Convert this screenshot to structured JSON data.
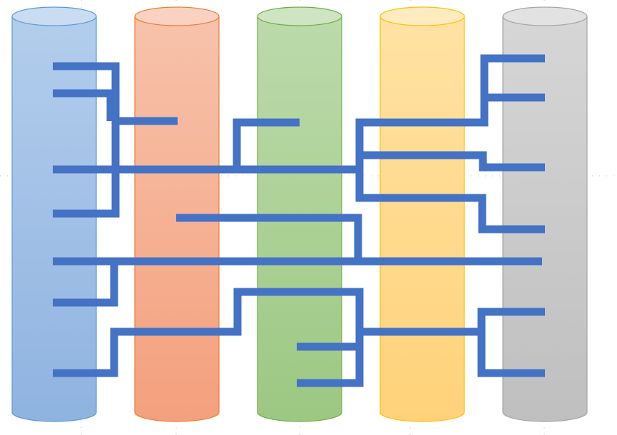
{
  "diagram": {
    "cylinders": [
      {
        "id": "blue",
        "fill_top": "#b3cdec",
        "fill_bottom": "#8fb3e0",
        "stroke": "#5b9bd5"
      },
      {
        "id": "orange",
        "fill_top": "#f7c2ab",
        "fill_bottom": "#f4a07d",
        "stroke": "#ed7d31"
      },
      {
        "id": "green",
        "fill_top": "#bcdaab",
        "fill_bottom": "#9cc882",
        "stroke": "#70ad47"
      },
      {
        "id": "yellow",
        "fill_top": "#ffe2a3",
        "fill_bottom": "#ffd27a",
        "stroke": "#ffc000"
      },
      {
        "id": "gray",
        "fill_top": "#d6d6d6",
        "fill_bottom": "#bfbfbf",
        "stroke": "#a5a5a5"
      }
    ],
    "connector_color": "#4472c4"
  }
}
